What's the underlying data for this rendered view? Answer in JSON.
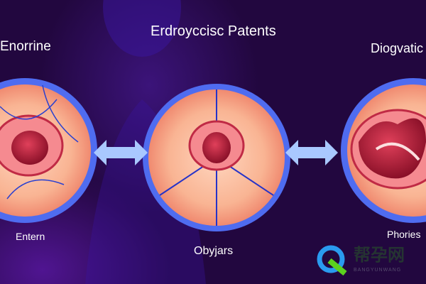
{
  "title": "Erdroyccisc Patents",
  "panels": [
    {
      "heading": "Enorrine",
      "caption": "Entern"
    },
    {
      "caption": "Obyjars"
    },
    {
      "heading": "Diogvatic",
      "caption": "Phories"
    }
  ],
  "watermark": {
    "cn": "帮孕网",
    "en": "BANGYUNWANG"
  },
  "colors": {
    "background": "#22073f",
    "ring": "#4f6cf0",
    "disc": "#f7b08c",
    "organ": "#b0203a",
    "arrow": "#a9c8ff"
  }
}
